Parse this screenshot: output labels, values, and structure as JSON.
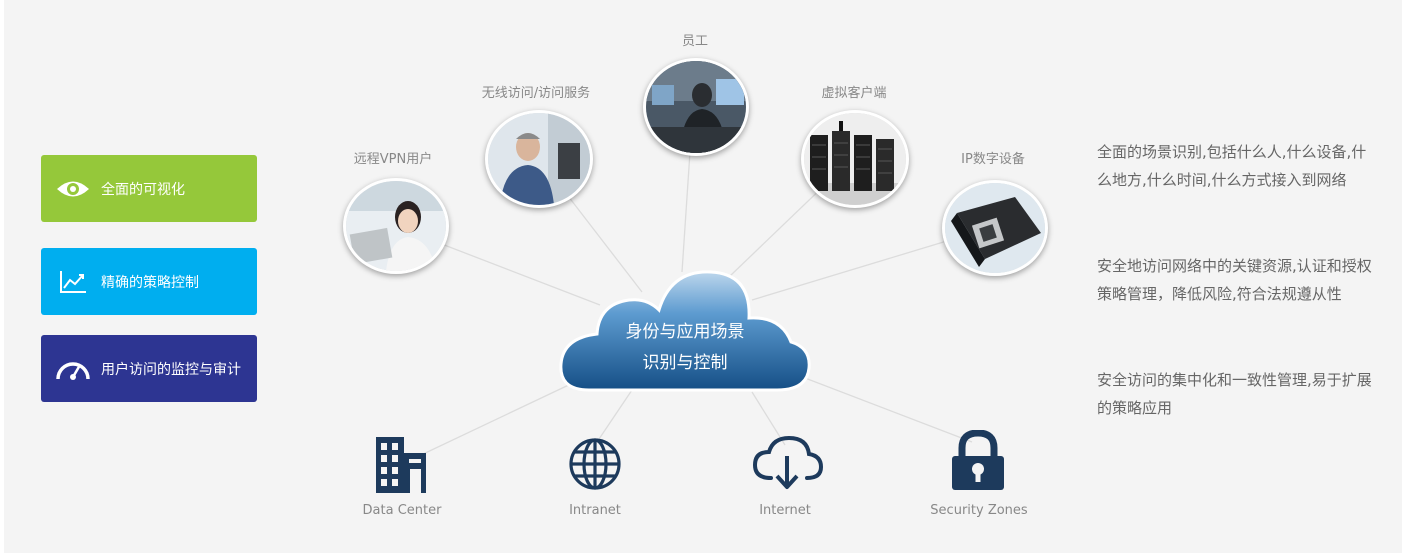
{
  "nav": [
    {
      "label": "全面的可视化",
      "icon": "eye-icon",
      "color": "#95c83a"
    },
    {
      "label": "精确的策略控制",
      "icon": "chart-icon",
      "color": "#00aeef"
    },
    {
      "label": "用户访问的监控与审计",
      "icon": "gauge-icon",
      "color": "#2d3592"
    }
  ],
  "users": [
    {
      "label": "远程VPN用户"
    },
    {
      "label": "无线访问/访问服务"
    },
    {
      "label": "员工"
    },
    {
      "label": "虚拟客户端"
    },
    {
      "label": "IP数字设备"
    }
  ],
  "center": {
    "line1": "身份与应用场景",
    "line2": "识别与控制"
  },
  "resources": [
    {
      "label": "Data Center",
      "icon": "building-icon"
    },
    {
      "label": "Intranet",
      "icon": "globe-icon"
    },
    {
      "label": "Internet",
      "icon": "cloud-download-icon"
    },
    {
      "label": "Security Zones",
      "icon": "lock-icon"
    }
  ],
  "descriptions": [
    "全面的场景识别,包括什么人,什么设备,什么地方,什么时间,什么方式接入到网络",
    "安全地访问网络中的关键资源,认证和授权策略管理，降低风险,符合法规遵从性",
    "安全访问的集中化和一致性管理,易于扩展的策略应用"
  ],
  "colors": {
    "icon": "#1d3a5c",
    "cloud_top": "#a8c8e6",
    "cloud_bottom": "#1a5f9e"
  }
}
